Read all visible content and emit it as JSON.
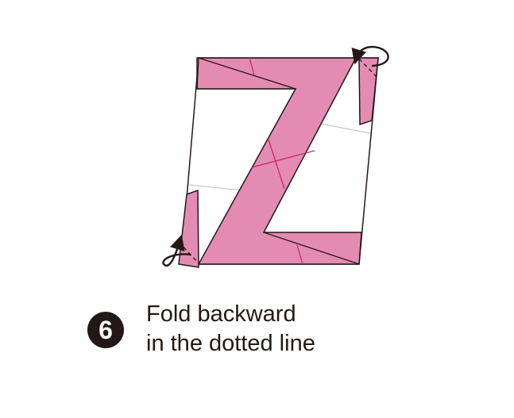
{
  "step": {
    "number": "6",
    "instruction_line1": "Fold backward",
    "instruction_line2": "in the dotted line"
  },
  "colors": {
    "paper_pink": "#e48bb4",
    "crease_pink": "#d0246f",
    "outline": "#231815",
    "light_crease": "#c8c8c8",
    "badge": "#231815"
  },
  "icons": {
    "top_arrow": "fold-back-arrow-icon",
    "bottom_arrow": "fold-back-arrow-icon"
  }
}
